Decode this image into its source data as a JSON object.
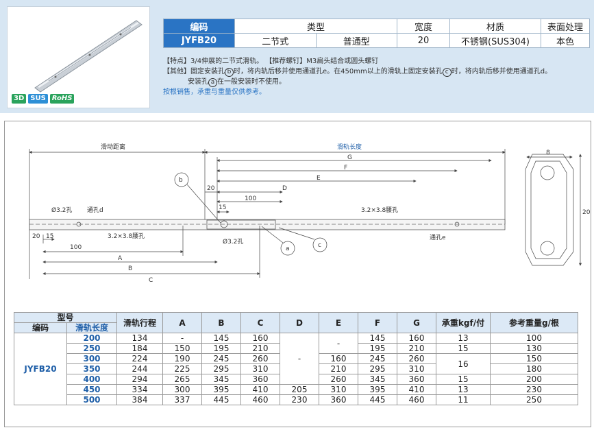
{
  "badges": [
    "3D",
    "SUS",
    "RoHS"
  ],
  "spec": {
    "headers": [
      "编码",
      "类型",
      "宽度",
      "材质",
      "表面处理"
    ],
    "code": "JYFB20",
    "type1": "二节式",
    "type2": "普通型",
    "width": "20",
    "material": "不锈钢(SUS304)",
    "surface": "本色"
  },
  "notes": {
    "line1": "【特点】3/4伸展的二节式滑轨。    【推荐螺钉】M3扁头结合或圆头螺钉",
    "line2a": "【其他】固定安装孔",
    "line2b": "时，将内轨后移并使用通道孔e。在450mm以上的滑轨上固定安装孔",
    "line2c": "时，将内轨后移并使用通道孔d。",
    "line3a": "安装孔",
    "line3b": "在一般安装时不使用。",
    "line4": "按根销售，承重与重量仅供参考。",
    "circle_b": "b",
    "circle_c": "c",
    "circle_a": "a"
  },
  "diagram": {
    "slide_distance": "滑动距离",
    "rail_length": "滑轨长度",
    "G": "G",
    "F": "F",
    "E": "E",
    "D": "D",
    "A": "A",
    "B": "B",
    "C": "C",
    "dim20": "20",
    "dim15": "15",
    "dim100": "100",
    "hole32": "Ø3.2孔",
    "hole32b": "Ø3.2孔",
    "through_d": "通孔d",
    "through_e": "通孔e",
    "slot1": "3.2×3.8腰孔",
    "slot2": "3.2×3.8腰孔",
    "label_a": "a",
    "label_b": "b",
    "label_c": "c",
    "left20": "20",
    "left15": "15",
    "left100": "100",
    "width8": "8",
    "height20": "20"
  },
  "table": {
    "h_model": "型号",
    "h_code": "编码",
    "h_len": "滑轨长度",
    "h_stroke": "滑轨行程",
    "h_cols": [
      "A",
      "B",
      "C",
      "D",
      "E",
      "F",
      "G"
    ],
    "h_load": "承重kgf/付",
    "h_weight": "参考重量g/根",
    "code": "JYFB20",
    "dash": "-",
    "rows": [
      {
        "len": "200",
        "stroke": "134",
        "A": "-",
        "B": "145",
        "C": "160",
        "F": "145",
        "G": "160",
        "load": "13",
        "weight": "100"
      },
      {
        "len": "250",
        "stroke": "184",
        "A": "150",
        "B": "195",
        "C": "210",
        "F": "195",
        "G": "210",
        "load": "15",
        "weight": "130"
      },
      {
        "len": "300",
        "stroke": "224",
        "A": "190",
        "B": "245",
        "C": "260",
        "E": "160",
        "F": "245",
        "G": "260",
        "weight": "150"
      },
      {
        "len": "350",
        "stroke": "244",
        "A": "225",
        "B": "295",
        "C": "310",
        "E": "210",
        "F": "295",
        "G": "310",
        "weight": "180"
      },
      {
        "len": "400",
        "stroke": "294",
        "A": "265",
        "B": "345",
        "C": "360",
        "E": "260",
        "F": "345",
        "G": "360",
        "load": "15",
        "weight": "200"
      },
      {
        "len": "450",
        "stroke": "334",
        "A": "300",
        "B": "395",
        "C": "410",
        "D": "205",
        "E": "310",
        "F": "395",
        "G": "410",
        "load": "13",
        "weight": "230"
      },
      {
        "len": "500",
        "stroke": "384",
        "A": "337",
        "B": "445",
        "C": "460",
        "D": "230",
        "E": "360",
        "F": "445",
        "G": "460",
        "load": "11",
        "weight": "250"
      }
    ],
    "load_merged": "16"
  }
}
